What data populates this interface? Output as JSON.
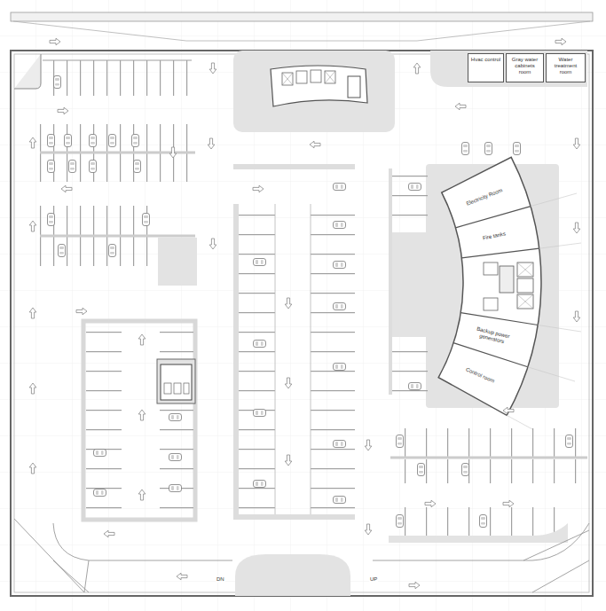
{
  "diagram": {
    "nodes": [
      {
        "text": [
          "Hvac control"
        ]
      },
      {
        "text": [
          "Gray water cabinets room"
        ]
      },
      {
        "text": [
          "Water treatment room"
        ]
      },
      {
        "text": [
          "Electricity Room"
        ]
      },
      {
        "text": [
          "Fire tanks"
        ]
      },
      {
        "text": [
          "Backup power generators"
        ]
      },
      {
        "text": [
          "Control room"
        ]
      }
    ],
    "labels": [
      "DN",
      "UP"
    ]
  }
}
